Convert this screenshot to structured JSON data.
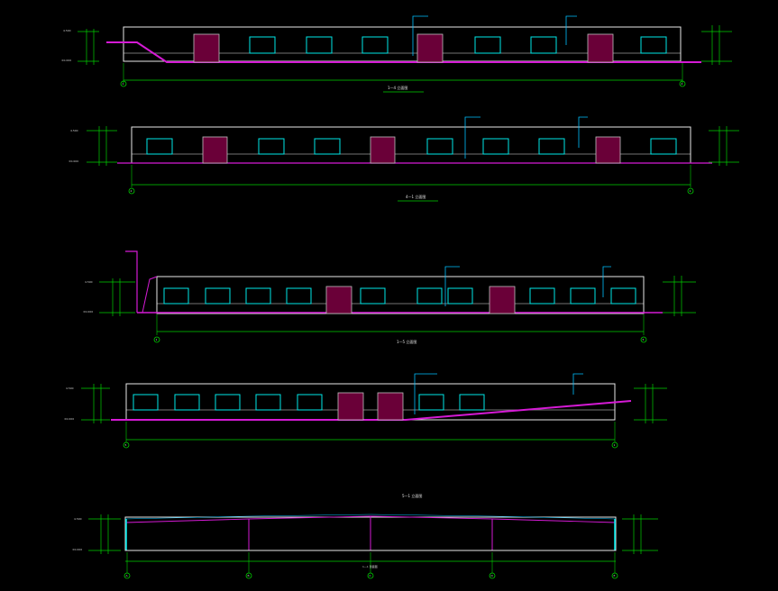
{
  "drawing": {
    "background": "#000000",
    "colors": {
      "outline": "#e8e8e8",
      "green": "#00d000",
      "magenta": "#d51ad5",
      "door": "#6a0038",
      "door_outline": "#c0c0c0",
      "cyan": "#00c0ff",
      "window": "#00e8e8"
    },
    "elevations": [
      {
        "title": "1—4 立面图",
        "axis_start": "1",
        "axis_end": "4",
        "ground_label": "±0.000",
        "roof_label": "4.500"
      },
      {
        "title": "4—1 立面图",
        "axis_start": "4",
        "axis_end": "1",
        "ground_label": "±0.000",
        "roof_label": "4.500"
      },
      {
        "title": "1—5 立面图",
        "axis_start": "1",
        "axis_end": "5",
        "ground_label": "±0.000",
        "roof_label": "4.500"
      },
      {
        "title": "5—1 立面图",
        "axis_start": "5",
        "axis_end": "1",
        "ground_label": "±0.000",
        "roof_label": "4.500"
      },
      {
        "title": "1—1 剖面图",
        "axis_labels": [
          "A",
          "B",
          "C",
          "D",
          "E"
        ],
        "ground_label": "±0.000",
        "roof_label": "4.500"
      }
    ]
  }
}
